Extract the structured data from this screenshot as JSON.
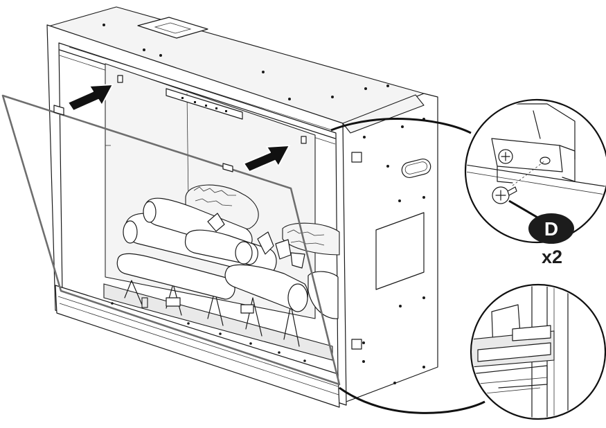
{
  "callout": {
    "part_letter": "D",
    "quantity": "x2"
  },
  "colors": {
    "line": "#1a1a1a",
    "glass": "#6e6e6e",
    "arrow": "#111111",
    "badge": "#1c1c1c"
  },
  "icons": [
    "push-arrow",
    "phillips-screw",
    "bracket",
    "magnifier-callout"
  ]
}
